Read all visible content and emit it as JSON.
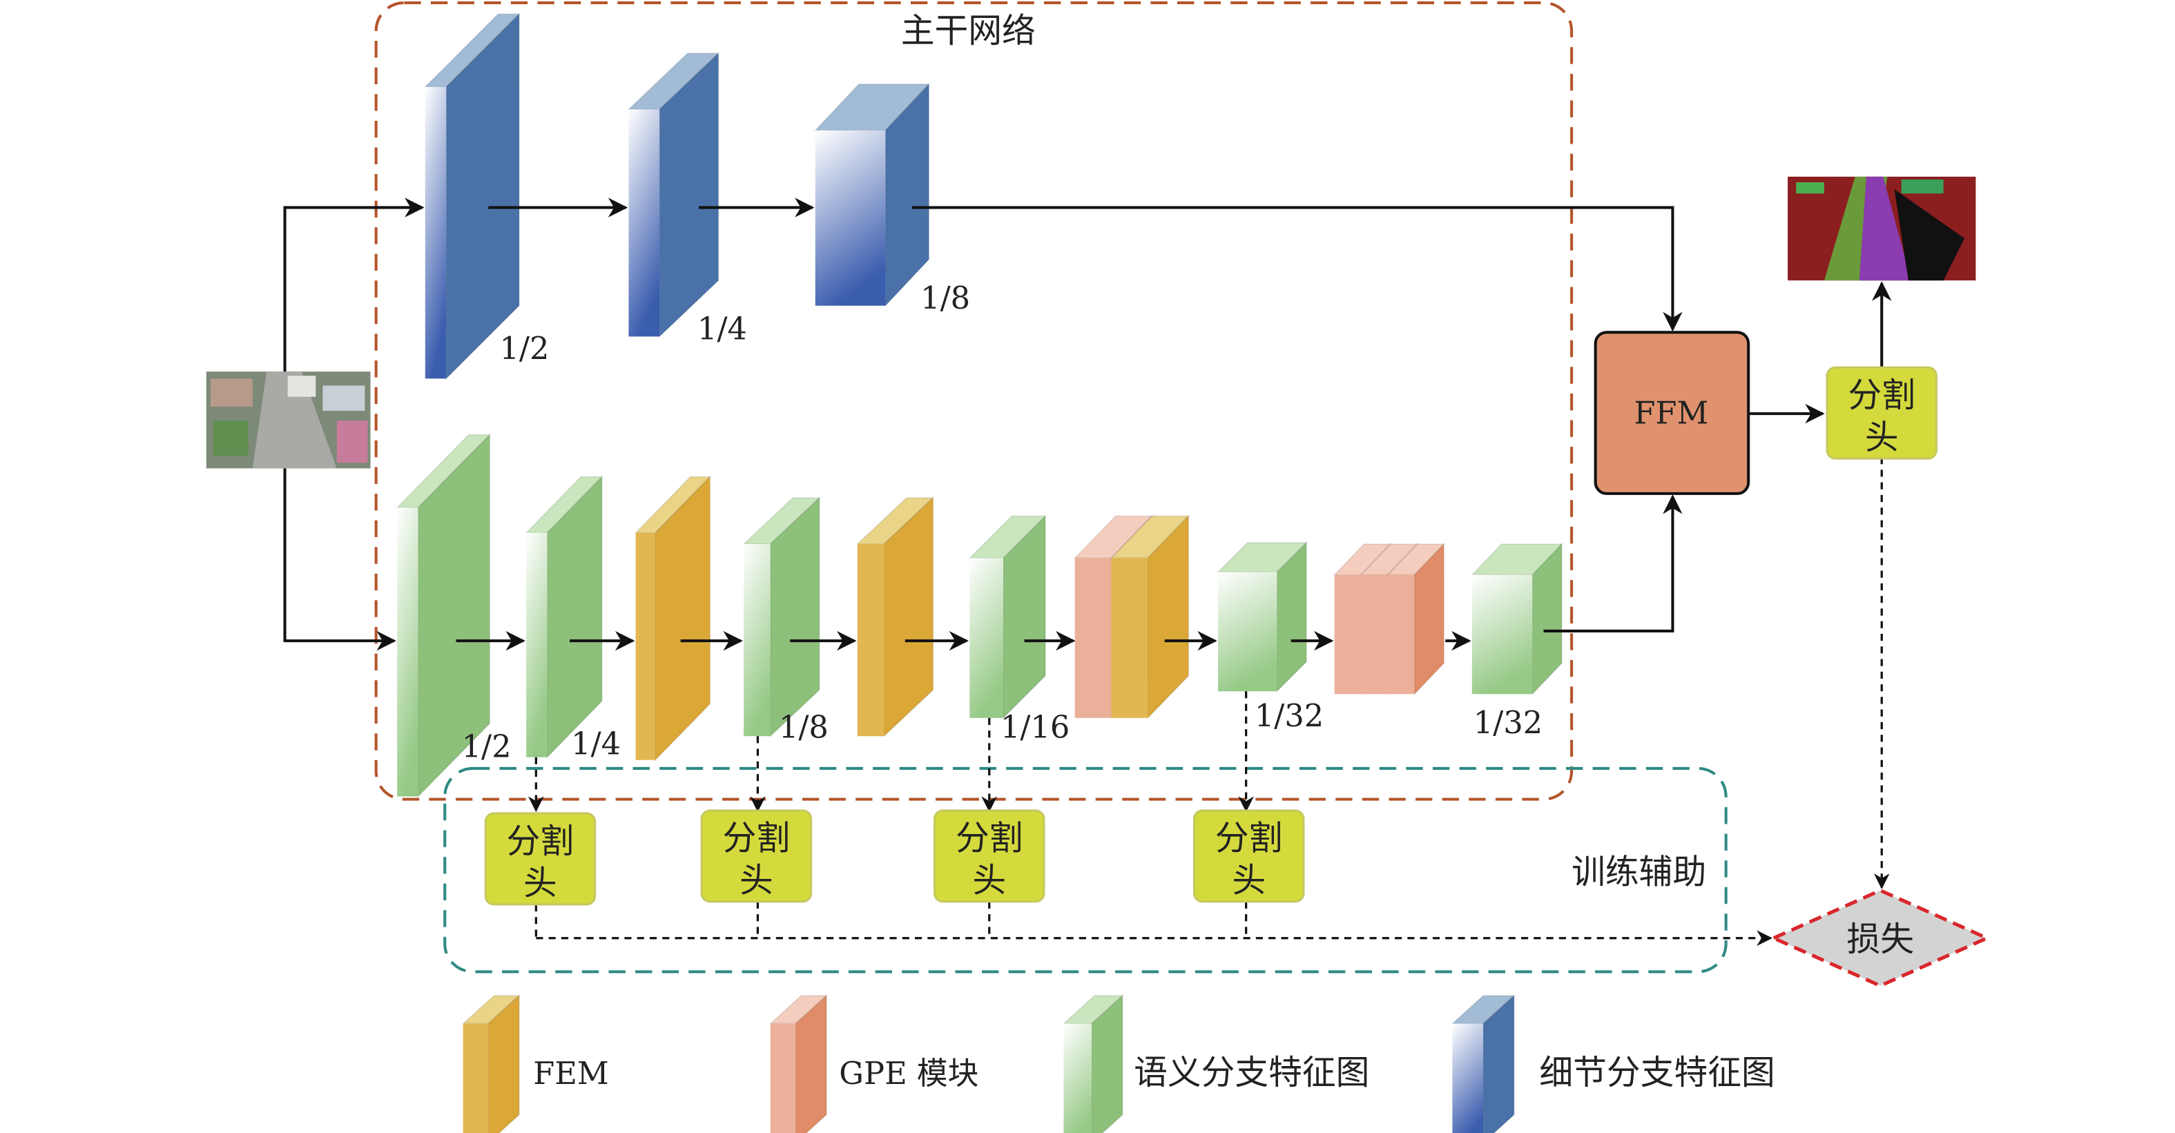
{
  "backbone_title": "主干网络",
  "aux_title": "训练辅助",
  "ffm_label": "FFM",
  "seg_head": {
    "line1": "分割",
    "line2": "头"
  },
  "loss_label": "损失",
  "detail_branch_scales": [
    "1/2",
    "1/4",
    "1/8"
  ],
  "semantic_branch_scales": [
    "1/2",
    "1/4",
    "1/8",
    "1/16",
    "1/32",
    "1/32"
  ],
  "legend": [
    {
      "label": "FEM",
      "type": "fem"
    },
    {
      "label": "GPE 模块",
      "type": "gpe"
    },
    {
      "label": "语义分支特征图",
      "type": "semantic"
    },
    {
      "label": "细节分支特征图",
      "type": "detail"
    }
  ],
  "colors": {
    "backbone_border": "#B5542A",
    "aux_border": "#2E8A84",
    "ffm_fill": "#E0926E",
    "seg_head_fill": "#D4DA3C",
    "loss_fill": "#D3D3D3",
    "loss_border": "#D9262B"
  }
}
